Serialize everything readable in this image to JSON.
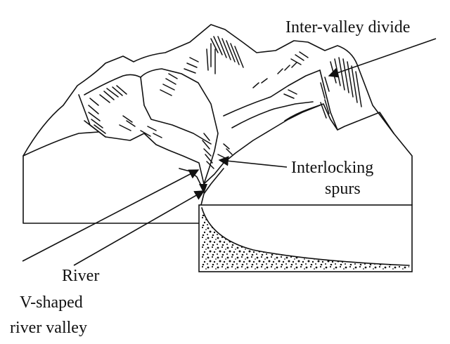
{
  "labels": {
    "inter_valley_divide": "Inter-valley divide",
    "interlocking_spurs_line1": "Interlocking",
    "interlocking_spurs_line2": "spurs",
    "river": "River",
    "v_shaped_line1": "V-shaped",
    "v_shaped_line2": "river valley"
  },
  "colors": {
    "ink": "#111111",
    "background": "#ffffff"
  }
}
